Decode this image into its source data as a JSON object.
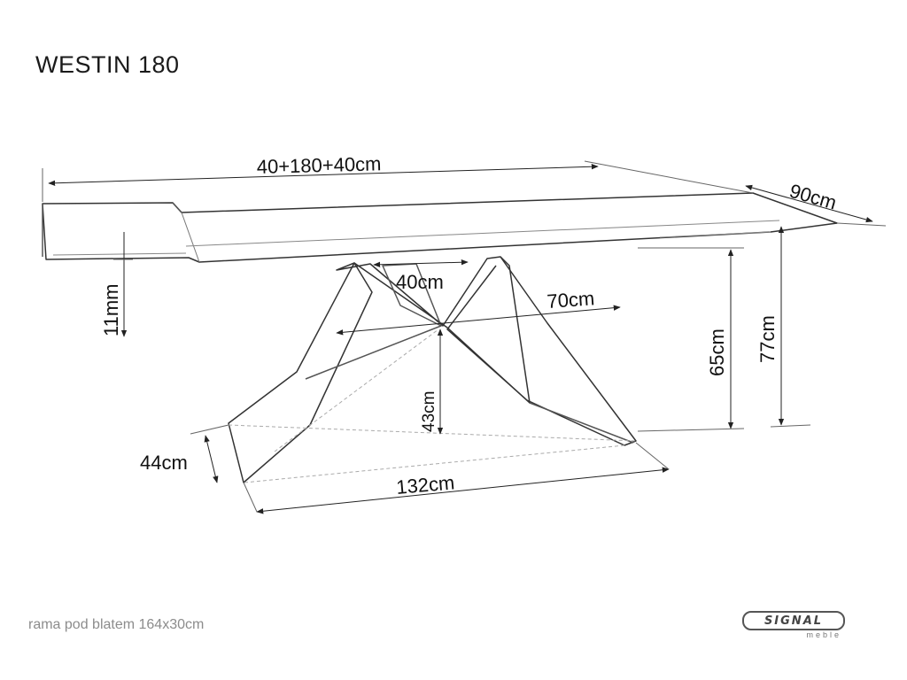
{
  "title": "WESTIN 180",
  "dimensions": {
    "length": "40+180+40cm",
    "depth": "90cm",
    "top_thickness": "11mm",
    "cross_span": "40cm",
    "leg_spread": "70cm",
    "frame_height": "65cm",
    "total_height": "77cm",
    "cross_height": "43cm",
    "foot_depth": "44cm",
    "base_length": "132cm"
  },
  "footnote": "rama pod blatem 164x30cm",
  "logo": {
    "name": "SIGNAL",
    "sub": "meble"
  }
}
